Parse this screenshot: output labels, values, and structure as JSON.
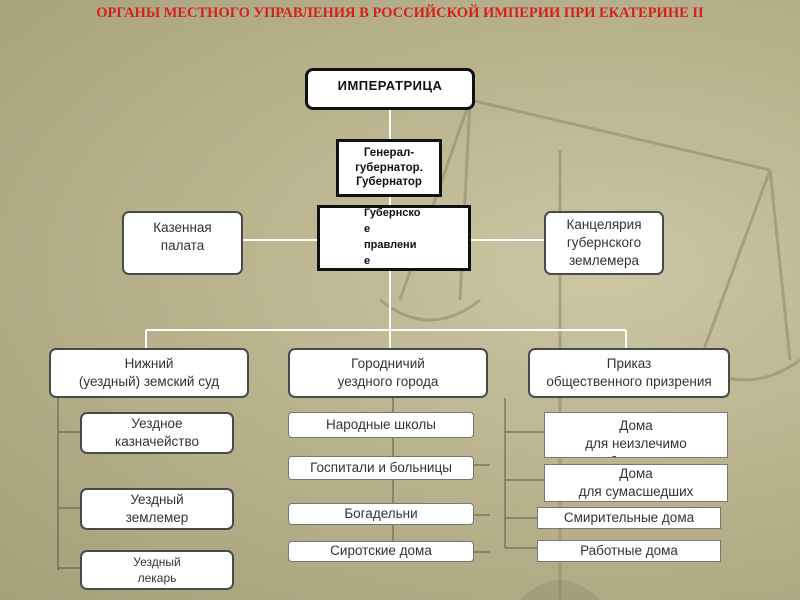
{
  "title": "ОРГАНЫ МЕСТНОГО УПРАВЛЕНИЯ В РОССИЙСКОЙ ИМПЕРИИ ПРИ ЕКАТЕРИНЕ II",
  "nodes": {
    "empress": "ИМПЕРАТРИЦА",
    "governor_general": "Генерал-\nгубернатор.\nГубернатор",
    "provincial_board": "Губернско\nе\nправлени\nе",
    "treasury_chamber": "Казенная\nпалата",
    "surveyor_office": "Канцелярия\nгубернского\nземлемера",
    "lower_court": "Нижний\n(уездный) земский суд",
    "mayor": "Городничий\nуездного города",
    "public_charity": "Приказ\nобщественного призрения",
    "district_treasury": "Уездное\nказначейство",
    "district_surveyor": "Уездный\nземлемер",
    "district_doctor": "Уездный\nлекарь",
    "public_schools": "Народные школы",
    "hospitals": "Госпитали и больницы",
    "almshouses": "Богадельни",
    "orphanages": "Сиротские дома",
    "incurables": "Дома\nдля неизлечимо\nбольных",
    "insane": "Дома\nдля сумасшедших",
    "correction": "Смирительные дома",
    "workhouses": "Работные дома"
  },
  "colors": {
    "title": "#d81f1f",
    "background": "#b9b38e",
    "lines": "#ffffff"
  },
  "icons": {
    "background": "scales-of-justice-icon"
  }
}
